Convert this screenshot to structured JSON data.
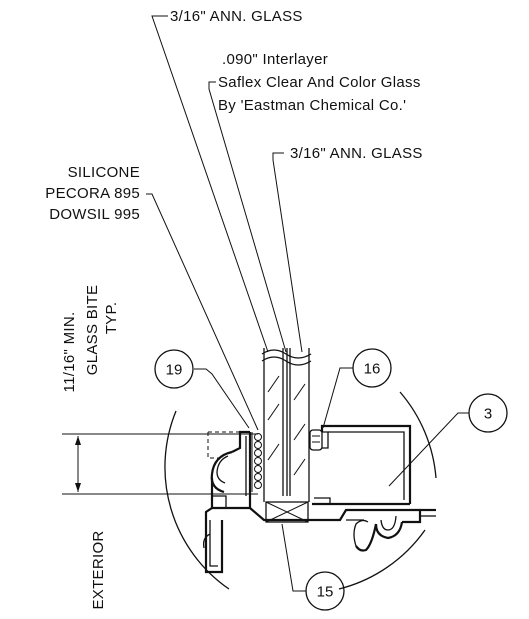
{
  "labels": {
    "outer_glass": "3/16\" ANN. GLASS",
    "interlayer_1": ".090\" Interlayer",
    "interlayer_2": "Saflex Clear And Color Glass",
    "interlayer_3": "By 'Eastman Chemical Co.'",
    "inner_glass": "3/16\" ANN. GLASS",
    "silicone_1": "SILICONE",
    "silicone_2": "PECORA 895",
    "silicone_3": "DOWSIL 995",
    "dimension": "11/16\" MIN.",
    "bite_1": "GLASS BITE",
    "bite_2": "TYP.",
    "exterior": "EXTERIOR"
  },
  "callouts": {
    "c19": "19",
    "c16": "16",
    "c3": "3",
    "c15": "15"
  }
}
